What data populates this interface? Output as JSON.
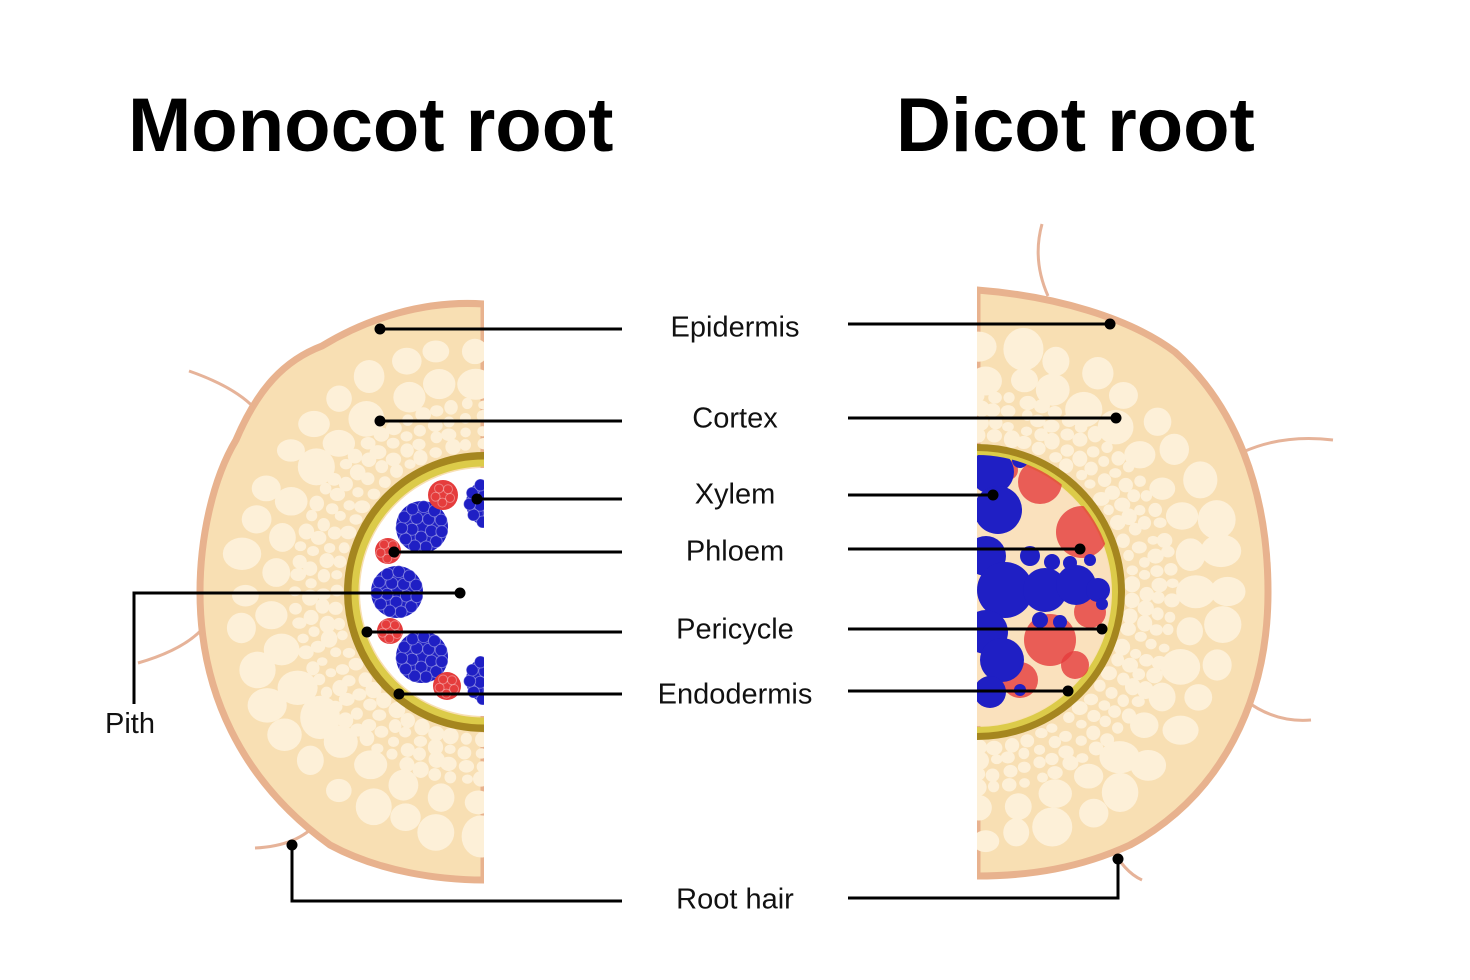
{
  "titles": {
    "monocot": "Monocot root",
    "dicot": "Dicot root"
  },
  "labels": {
    "epidermis": "Epidermis",
    "cortex": "Cortex",
    "xylem": "Xylem",
    "phloem": "Phloem",
    "pericycle": "Pericycle",
    "endodermis": "Endodermis",
    "root_hair": "Root hair",
    "pith": "Pith"
  },
  "colors": {
    "cortex_fill": "#f8dfb3",
    "cortex_cell": "#fdf0d8",
    "epidermis_outline": "#e8b28e",
    "root_hair": "#e6b399",
    "endodermis": "#a5861f",
    "pericycle": "#dccb49",
    "xylem": "#1f1fc4",
    "phloem": "#e53c3c",
    "leader_line": "#000000"
  }
}
